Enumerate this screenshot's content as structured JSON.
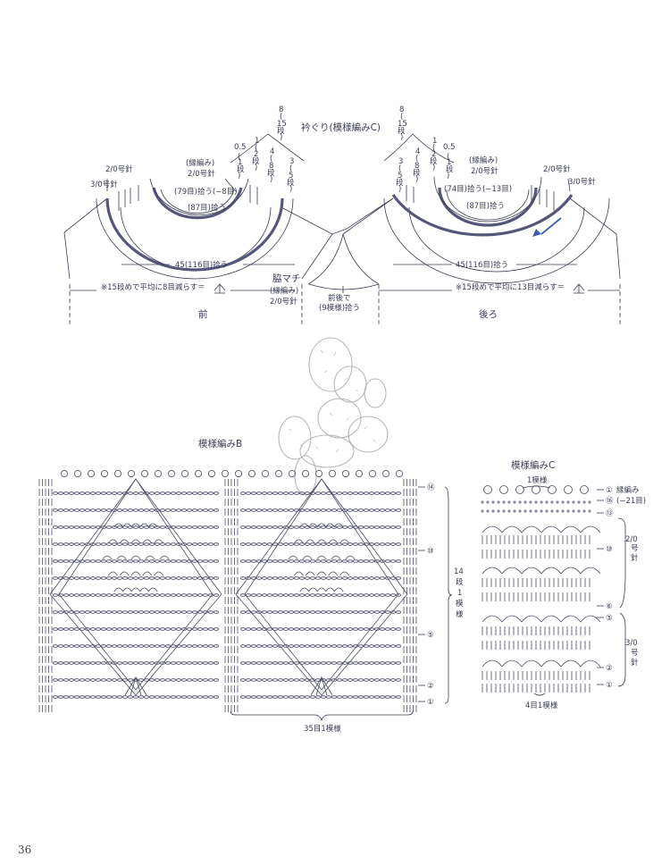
{
  "colors": {
    "ink": "#3a3c54",
    "thick_edge": "#55577a",
    "arrow": "#3a5fa8",
    "cactus": "#b8b8b8"
  },
  "front": {
    "title": "前",
    "label_20_needle": "2/0号針",
    "label_30_needle": "3/0号針",
    "border_rows_05": [
      "0.5",
      "(",
      "1",
      "段",
      ")"
    ],
    "border_rows_1": [
      "1",
      "(",
      "2",
      "段",
      ")"
    ],
    "border_rows_4": [
      "4",
      "(",
      "8",
      "段",
      ")"
    ],
    "border_rows_3": [
      "3",
      "(",
      "5",
      "段",
      ")"
    ],
    "edging_name": "(縁編み)",
    "edging_needle": "2/0号針",
    "pickup_inner": "(79目)拾う(−8目)",
    "pickup_outer": "(87目)拾う",
    "pickup_body": "45(116目)拾う",
    "decrease_note": "※15段めで平均に8目減らす＝"
  },
  "back": {
    "title": "後ろ",
    "label_20_needle": "2/0号針",
    "label_30_needle": "3/0号針",
    "border_rows_3": [
      "3",
      "(",
      "5",
      "段",
      ")"
    ],
    "border_rows_4": [
      "4",
      "(",
      "8",
      "段",
      ")"
    ],
    "border_rows_1": [
      "1",
      "(",
      "2",
      "段",
      ")"
    ],
    "border_rows_05": [
      "0.5",
      "(",
      "1",
      "段",
      ")"
    ],
    "edging_name": "(縁編み)",
    "edging_needle": "2/0号針",
    "pickup_inner": "(74目)拾う(−13目)",
    "pickup_outer": "(87目)拾う",
    "pickup_body": "45(116目)拾う",
    "decrease_note": "※15段めで平均に13目減らす＝"
  },
  "collar": {
    "title": "衿ぐり(模様編みC)",
    "rows_left": [
      "8",
      "(",
      "15",
      "段",
      ")"
    ],
    "rows_right": [
      "8",
      "(",
      "15",
      "段",
      ")"
    ]
  },
  "gusset": {
    "title": "脇マチ",
    "pattern": "(縁編み)",
    "needle": "2/0号針",
    "pickup_1": "前後で",
    "pickup_2": "(9模様)拾う"
  },
  "pattern_b": {
    "title": "模様編みB",
    "row_markers": [
      "⑭",
      "⑩",
      "⑤",
      "②",
      "①"
    ],
    "repeat_rows": [
      "14",
      "段",
      "1",
      "模",
      "様"
    ],
    "repeat_stitches": "35目1模様"
  },
  "pattern_c": {
    "title": "模様編みC",
    "repeat_top": "1模様",
    "row_markers": [
      "①",
      "⑯",
      "⑬",
      "⑩",
      "⑥",
      "⑤",
      "②",
      "①"
    ],
    "edging_label": "縁編み",
    "decrease_label": "(−21目)",
    "needle_20": [
      "2/0",
      "号",
      "針"
    ],
    "needle_30": [
      "3/0",
      "号",
      "針"
    ],
    "repeat_stitches": "4目1模様"
  },
  "page_number": "36"
}
